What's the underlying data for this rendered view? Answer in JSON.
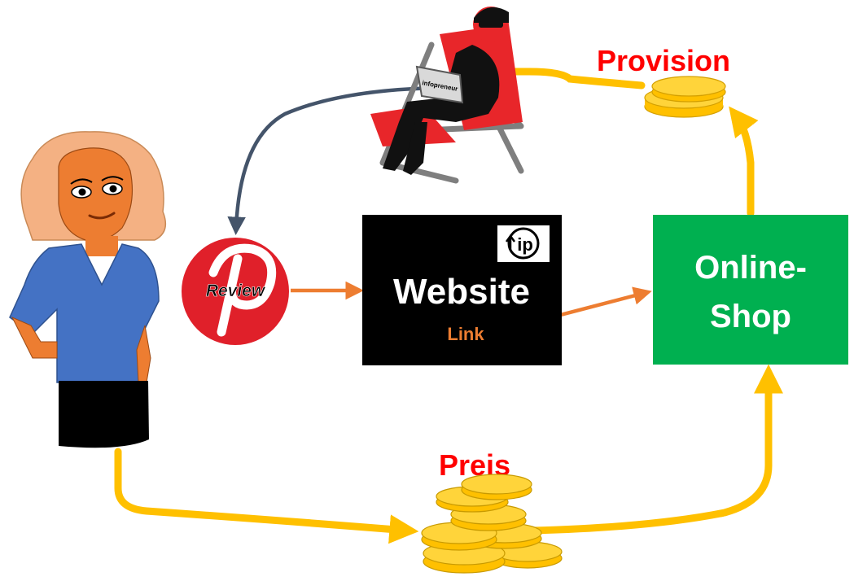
{
  "labels": {
    "provision": "Provision",
    "preis": "Preis",
    "review": "Review",
    "website": "Website",
    "link": "Link",
    "ip_logo": "ip",
    "laptop_text": "infopreneur",
    "shop_line1": "Online-",
    "shop_line2": "Shop"
  },
  "colors": {
    "money_flow": "#FFC000",
    "label_red": "#FF0000",
    "web_flow": "#ED7D31",
    "review_arrow": "#44546A",
    "shop_green": "#00B050",
    "pinterest_red": "#E0202A",
    "coin_gold": "#FFC000",
    "coin_edge": "#D4A000"
  },
  "icons": {
    "customer": "woman-customer-figure",
    "affiliate": "man-in-deckchair-with-laptop",
    "pinterest": "pinterest-logo",
    "coins": "coin-stack"
  }
}
